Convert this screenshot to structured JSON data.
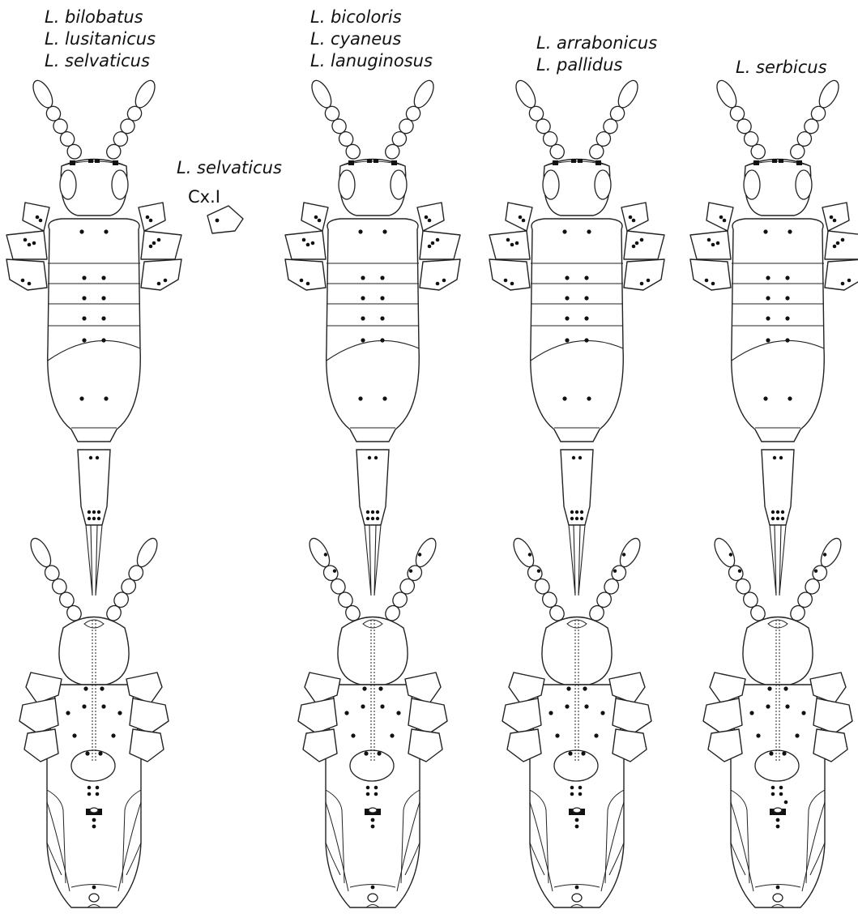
{
  "columns": [
    {
      "id": "col1",
      "labels": [
        "L. bilobatus",
        "L. lusitanicus",
        "L. selvaticus"
      ],
      "ventral_variant": "a",
      "seta_rows": [
        2,
        2,
        2,
        2,
        2,
        2
      ]
    },
    {
      "id": "col2",
      "labels": [
        "L. bicoloris",
        "L. cyaneus",
        "L. lanuginosus"
      ],
      "ventral_variant": "b",
      "seta_rows": [
        2,
        2,
        2,
        2,
        2,
        2
      ]
    },
    {
      "id": "col3",
      "labels": [
        "L. arrabonicus",
        "L. pallidus"
      ],
      "ventral_variant": "b",
      "seta_rows": [
        2,
        2,
        2,
        2,
        2,
        2
      ]
    },
    {
      "id": "col4",
      "labels": [
        "L. serbicus"
      ],
      "ventral_variant": "c",
      "seta_rows": [
        2,
        2,
        2,
        2,
        2,
        2
      ]
    }
  ],
  "inset": {
    "species": "L. selvaticus",
    "structure": "Cx.I"
  },
  "colors": {
    "line": "#222222",
    "seta": "#111111",
    "background": "#ffffff"
  }
}
